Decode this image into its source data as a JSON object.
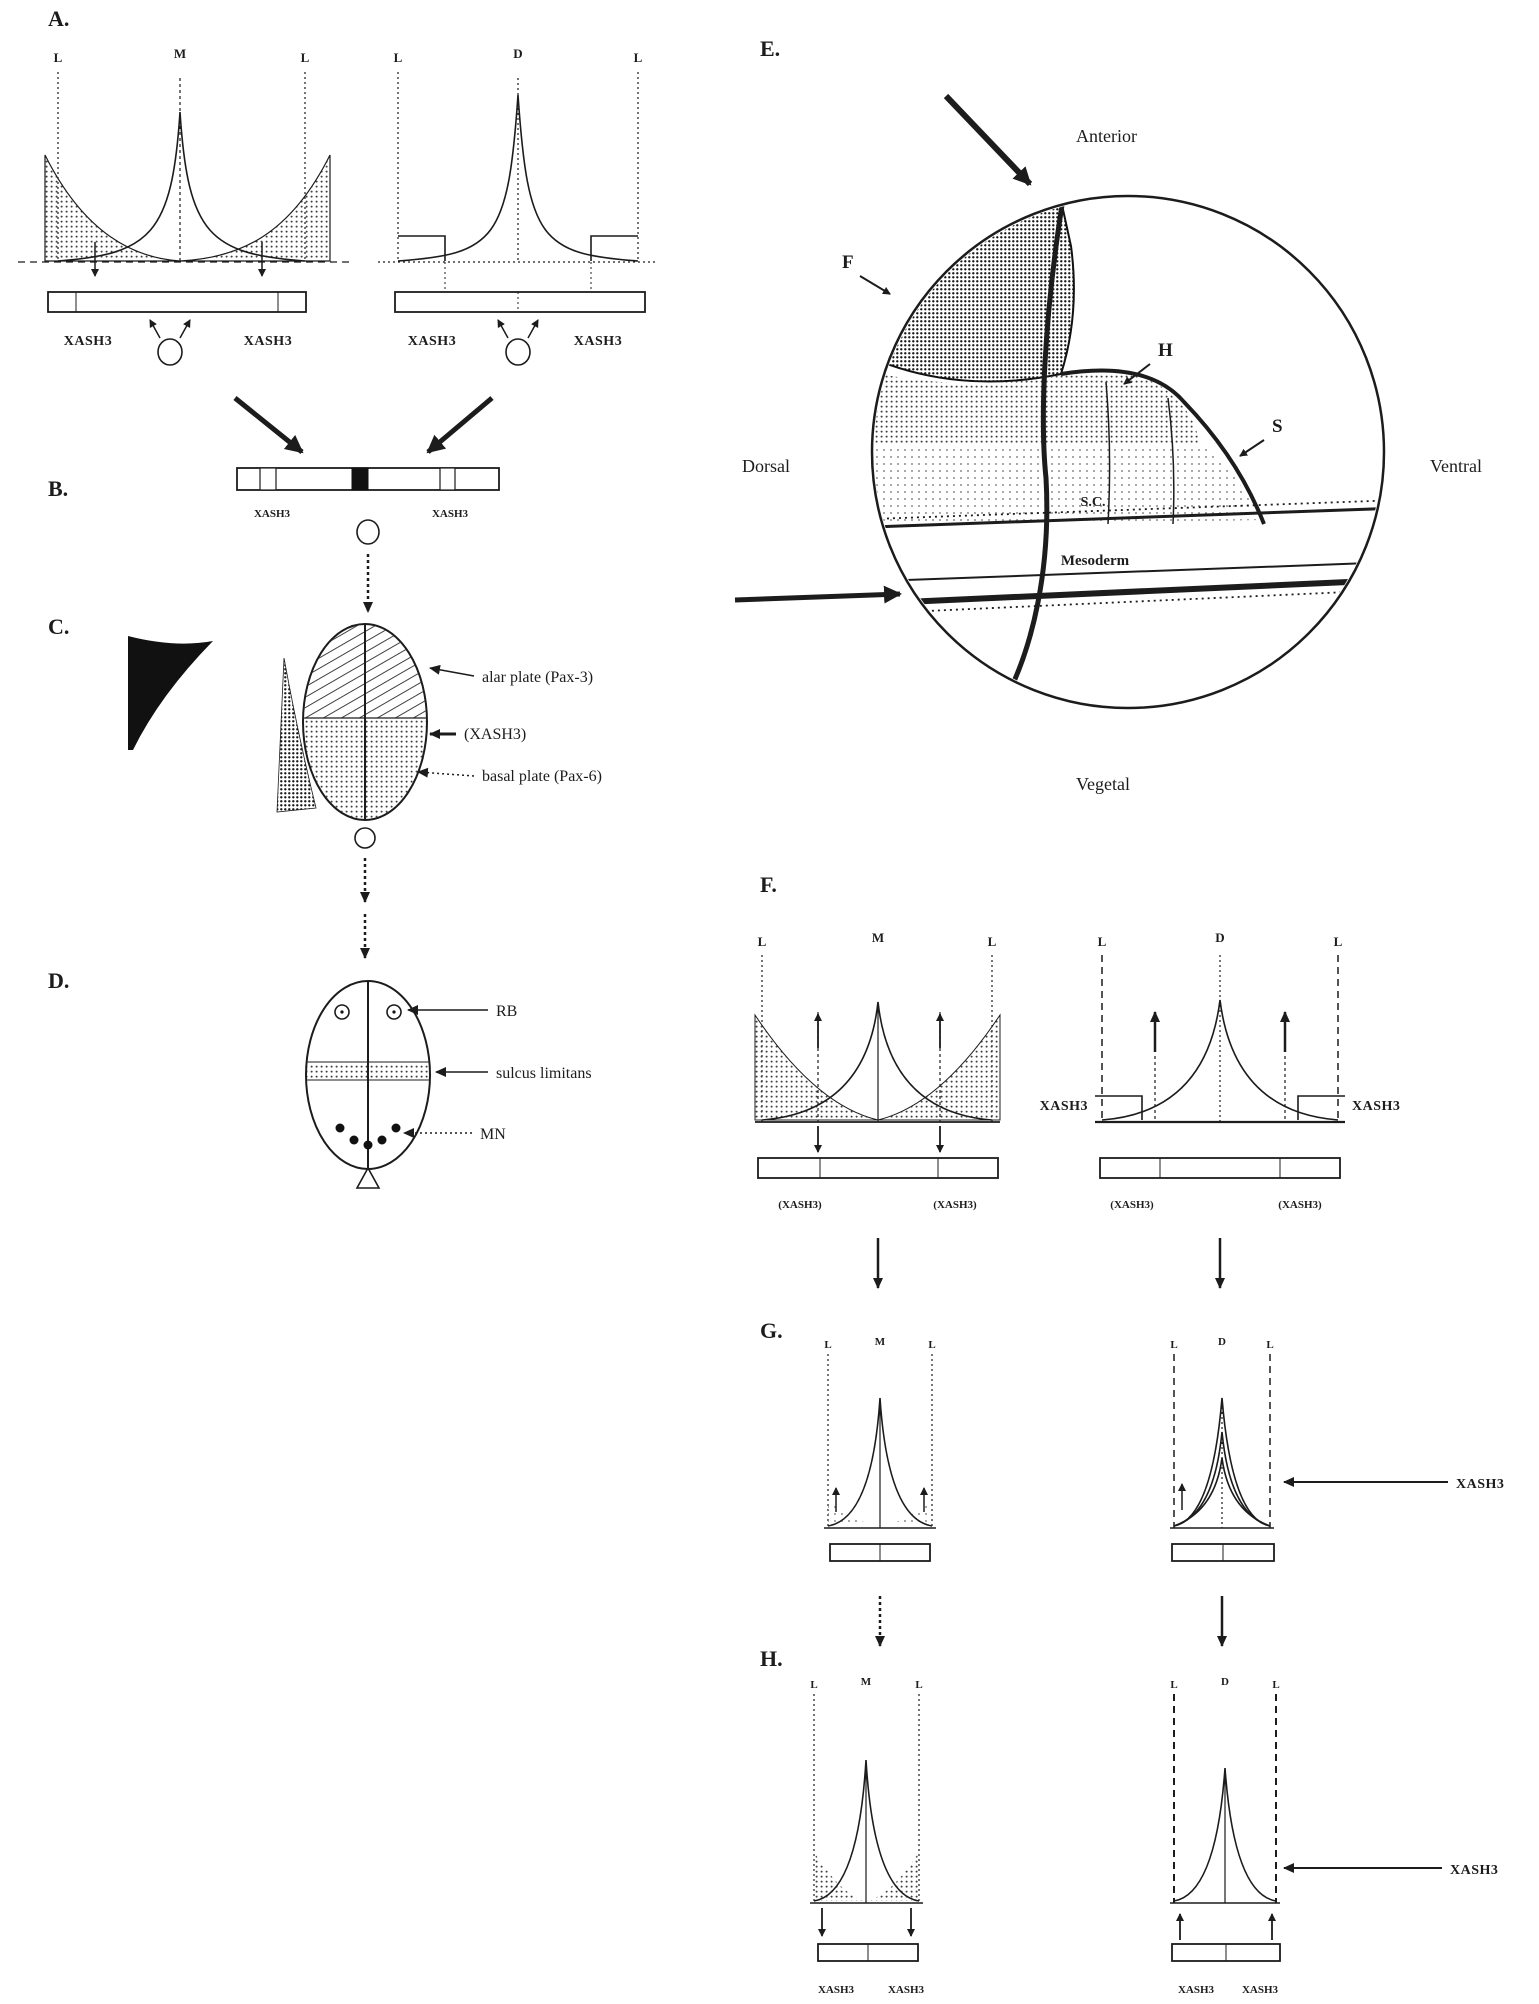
{
  "panels": {
    "a": {
      "label": "A.",
      "left": {
        "ticks": [
          "L",
          "M",
          "L"
        ],
        "bar_labels": [
          "XASH3",
          "XASH3"
        ]
      },
      "right": {
        "ticks": [
          "L",
          "D",
          "L"
        ],
        "bar_labels": [
          "XASH3",
          "XASH3"
        ]
      }
    },
    "b": {
      "label": "B.",
      "bar_labels": [
        "XASH3",
        "XASH3"
      ]
    },
    "c": {
      "label": "C.",
      "alar": "alar plate (Pax-3)",
      "xash": "(XASH3)",
      "basal": "basal plate (Pax-6)"
    },
    "d": {
      "label": "D.",
      "rb": "RB",
      "sulcus": "sulcus limitans",
      "mn": "MN"
    },
    "e": {
      "label": "E.",
      "anterior": "Anterior",
      "dorsal": "Dorsal",
      "ventral": "Ventral",
      "vegetal": "Vegetal",
      "f": "F",
      "h": "H",
      "s": "S",
      "sc": "S.C.",
      "mesoderm": "Mesoderm"
    },
    "f": {
      "label": "F.",
      "left": {
        "ticks": [
          "L",
          "M",
          "L"
        ],
        "bar_labels": [
          "(XASH3)",
          "(XASH3)"
        ]
      },
      "right": {
        "ticks": [
          "L",
          "D",
          "L"
        ],
        "side_labels": [
          "XASH3",
          "XASH3"
        ],
        "bar_labels": [
          "(XASH3)",
          "(XASH3)"
        ]
      }
    },
    "g": {
      "left": {
        "ticks": [
          "L",
          "M",
          "L"
        ]
      },
      "label": "G.",
      "right": {
        "ticks": [
          "L",
          "D",
          "L"
        ],
        "arrow_label": "XASH3"
      }
    },
    "h": {
      "label": "H.",
      "left": {
        "ticks": [
          "L",
          "M",
          "L"
        ],
        "bottom_labels": [
          "XASH3",
          "XASH3"
        ]
      },
      "right": {
        "ticks": [
          "L",
          "D",
          "L"
        ],
        "arrow_label": "XASH3",
        "bottom_labels": [
          "XASH3",
          "XASH3"
        ]
      }
    }
  }
}
